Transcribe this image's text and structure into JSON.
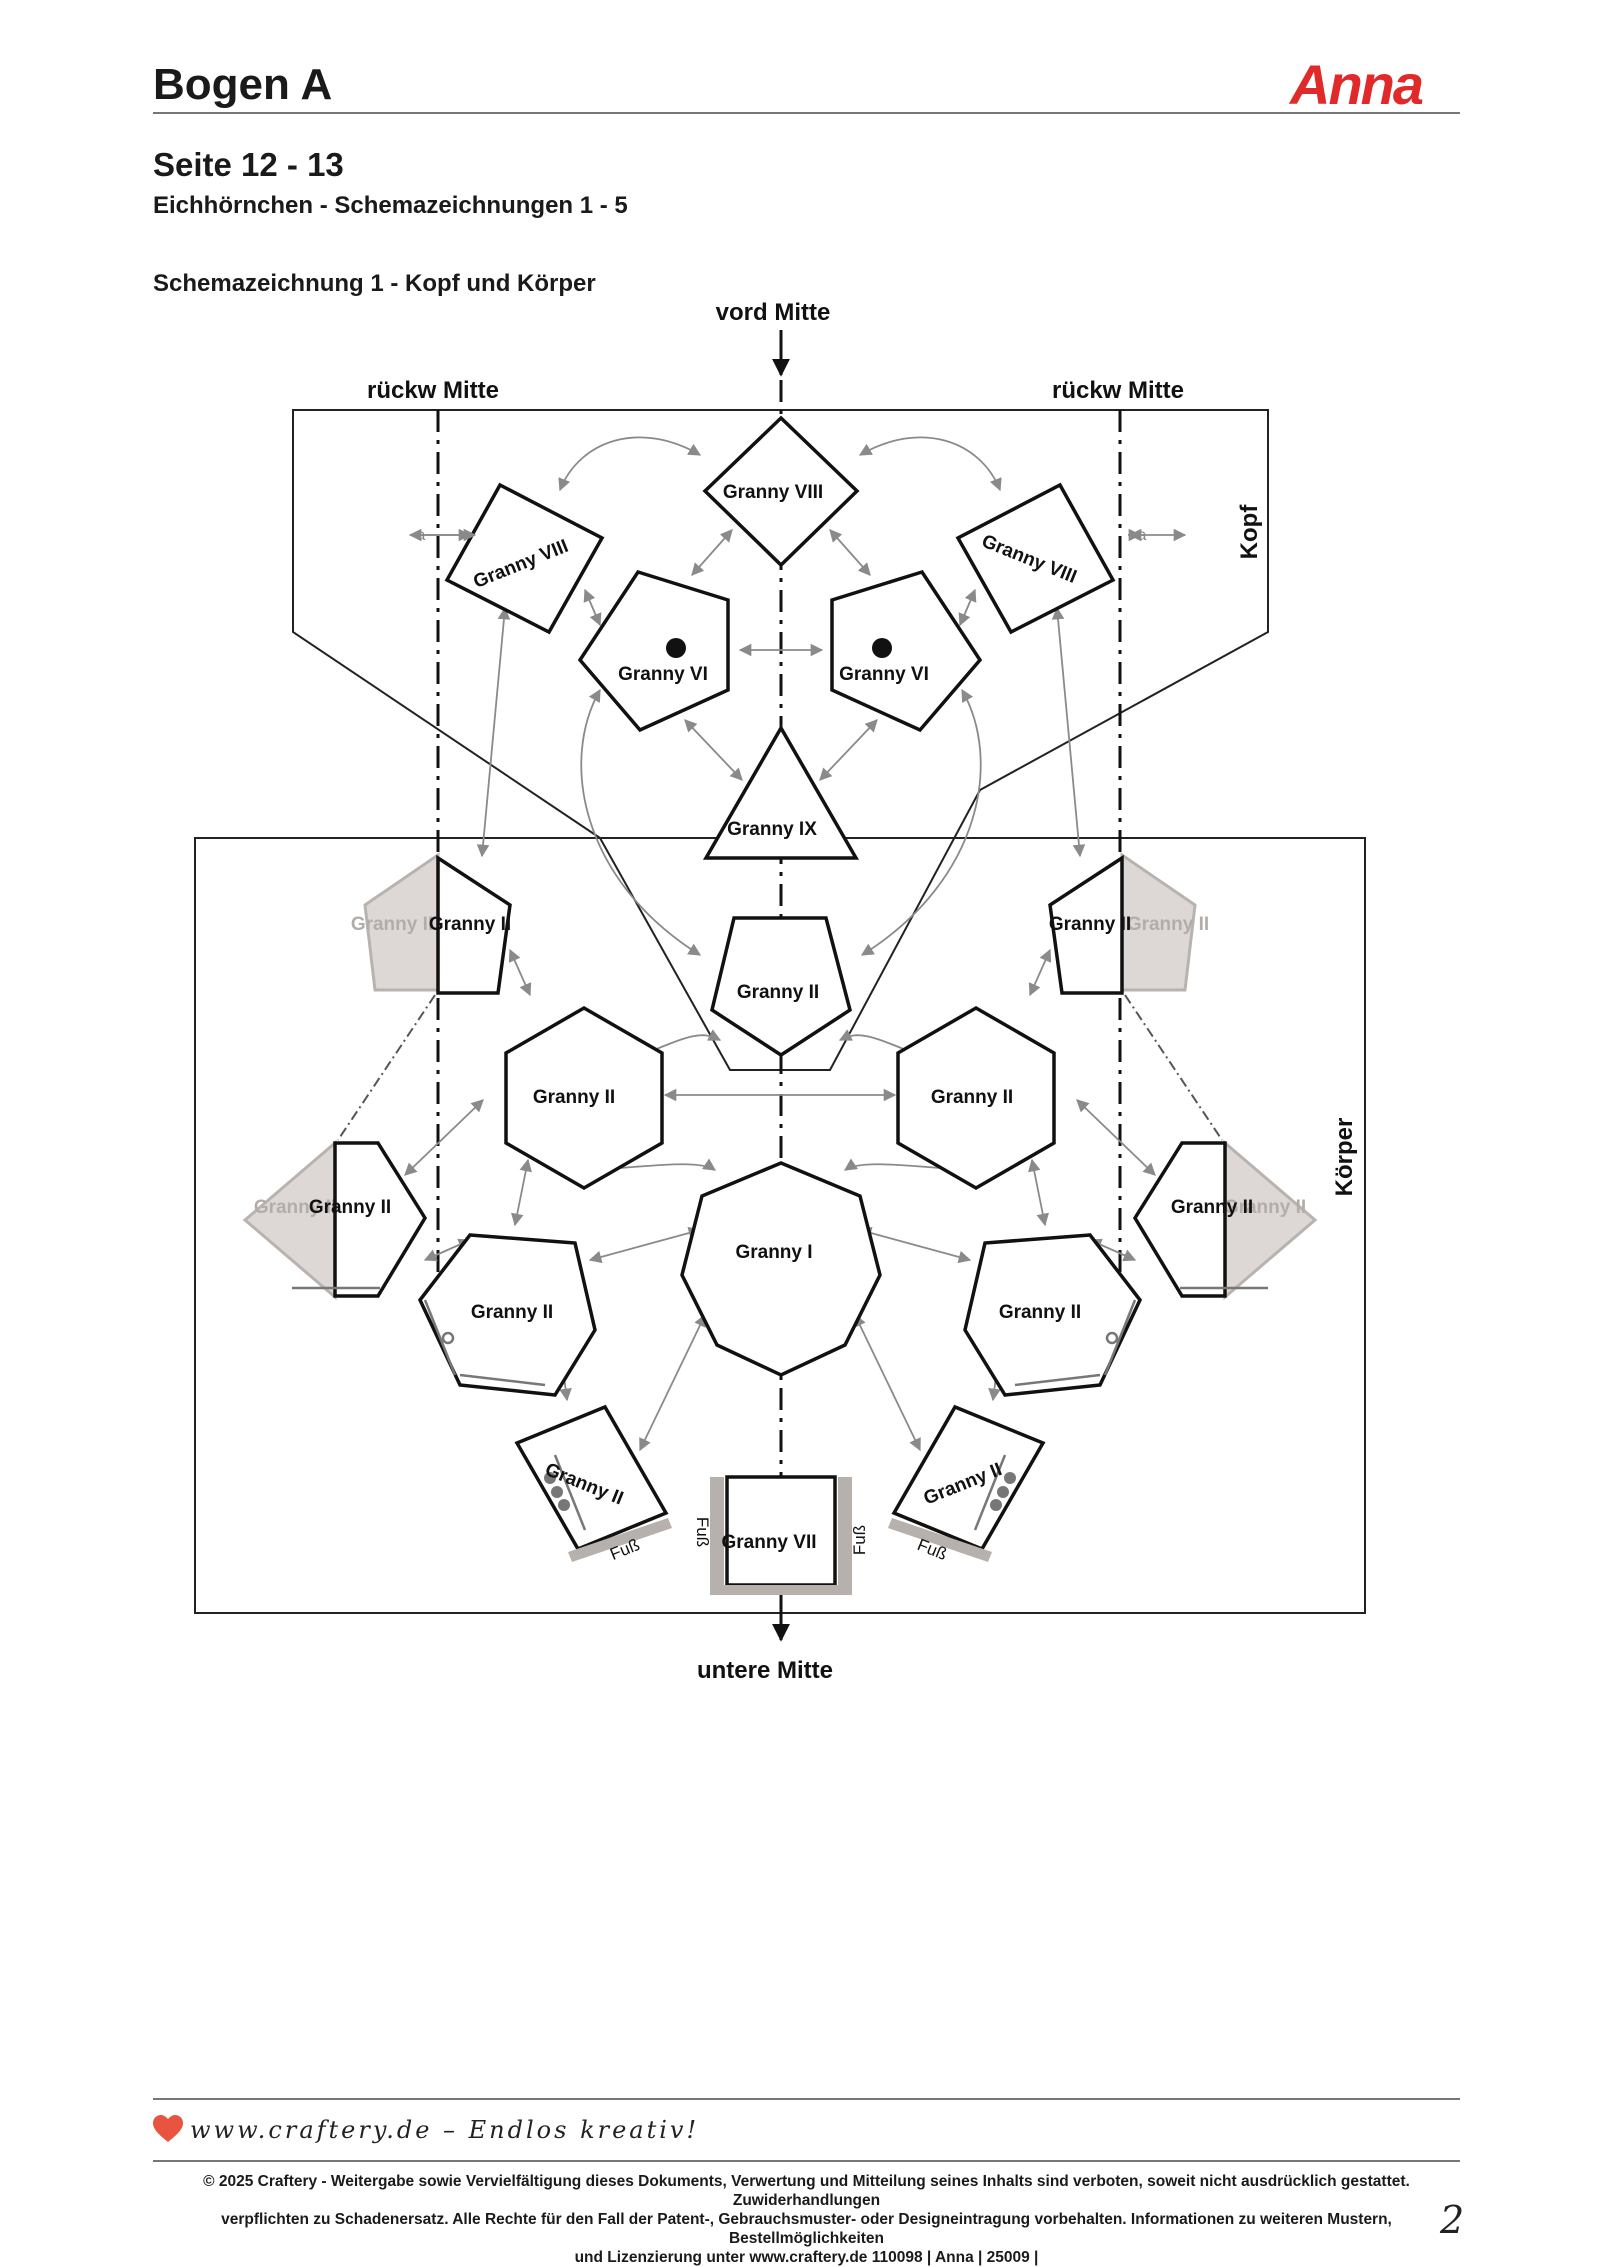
{
  "header": {
    "title": "Bogen A",
    "logo_text": "Anna",
    "brand_color": "#e02a2a"
  },
  "section": {
    "title": "Seite 12 - 13",
    "subtitle": "Eichhörnchen - Schemazeichnungen 1 - 5"
  },
  "diagram": {
    "title": "Schemazeichnung 1 - Kopf und Körper",
    "label_vord_mitte": "vord Mitte",
    "label_rueckw_left": "rückw Mitte",
    "label_rueckw_right": "rückw Mitte",
    "label_untere_mitte": "untere Mitte",
    "label_kopf": "Kopf",
    "label_koerper": "Körper",
    "label_a_left": "a",
    "label_a_right": "a",
    "label_fuss": "Fuß",
    "granny_viii": "Granny VIII",
    "granny_vi": "Granny VI",
    "granny_ix": "Granny IX",
    "granny_ii": "Granny II",
    "granny_i": "Granny I",
    "granny_vii": "Granny VII"
  },
  "footer": {
    "tagline": "www.craftery.de – Endlos kreativ!",
    "copyright_line1": "© 2025 Craftery - Weitergabe sowie Vervielfältigung dieses Dokuments, Verwertung und Mitteilung seines Inhalts sind verboten, soweit nicht ausdrücklich gestattet. Zuwiderhandlungen",
    "copyright_line2": "verpflichten zu Schadenersatz. Alle Rechte für den Fall der Patent-, Gebrauchsmuster- oder Designeintragung vorbehalten. Informationen zu weiteren Mustern, Bestellmöglichkeiten",
    "copyright_line3": "und Lizenzierung unter www.craftery.de  110098 | Anna | 25009 |",
    "page_number": "2"
  }
}
